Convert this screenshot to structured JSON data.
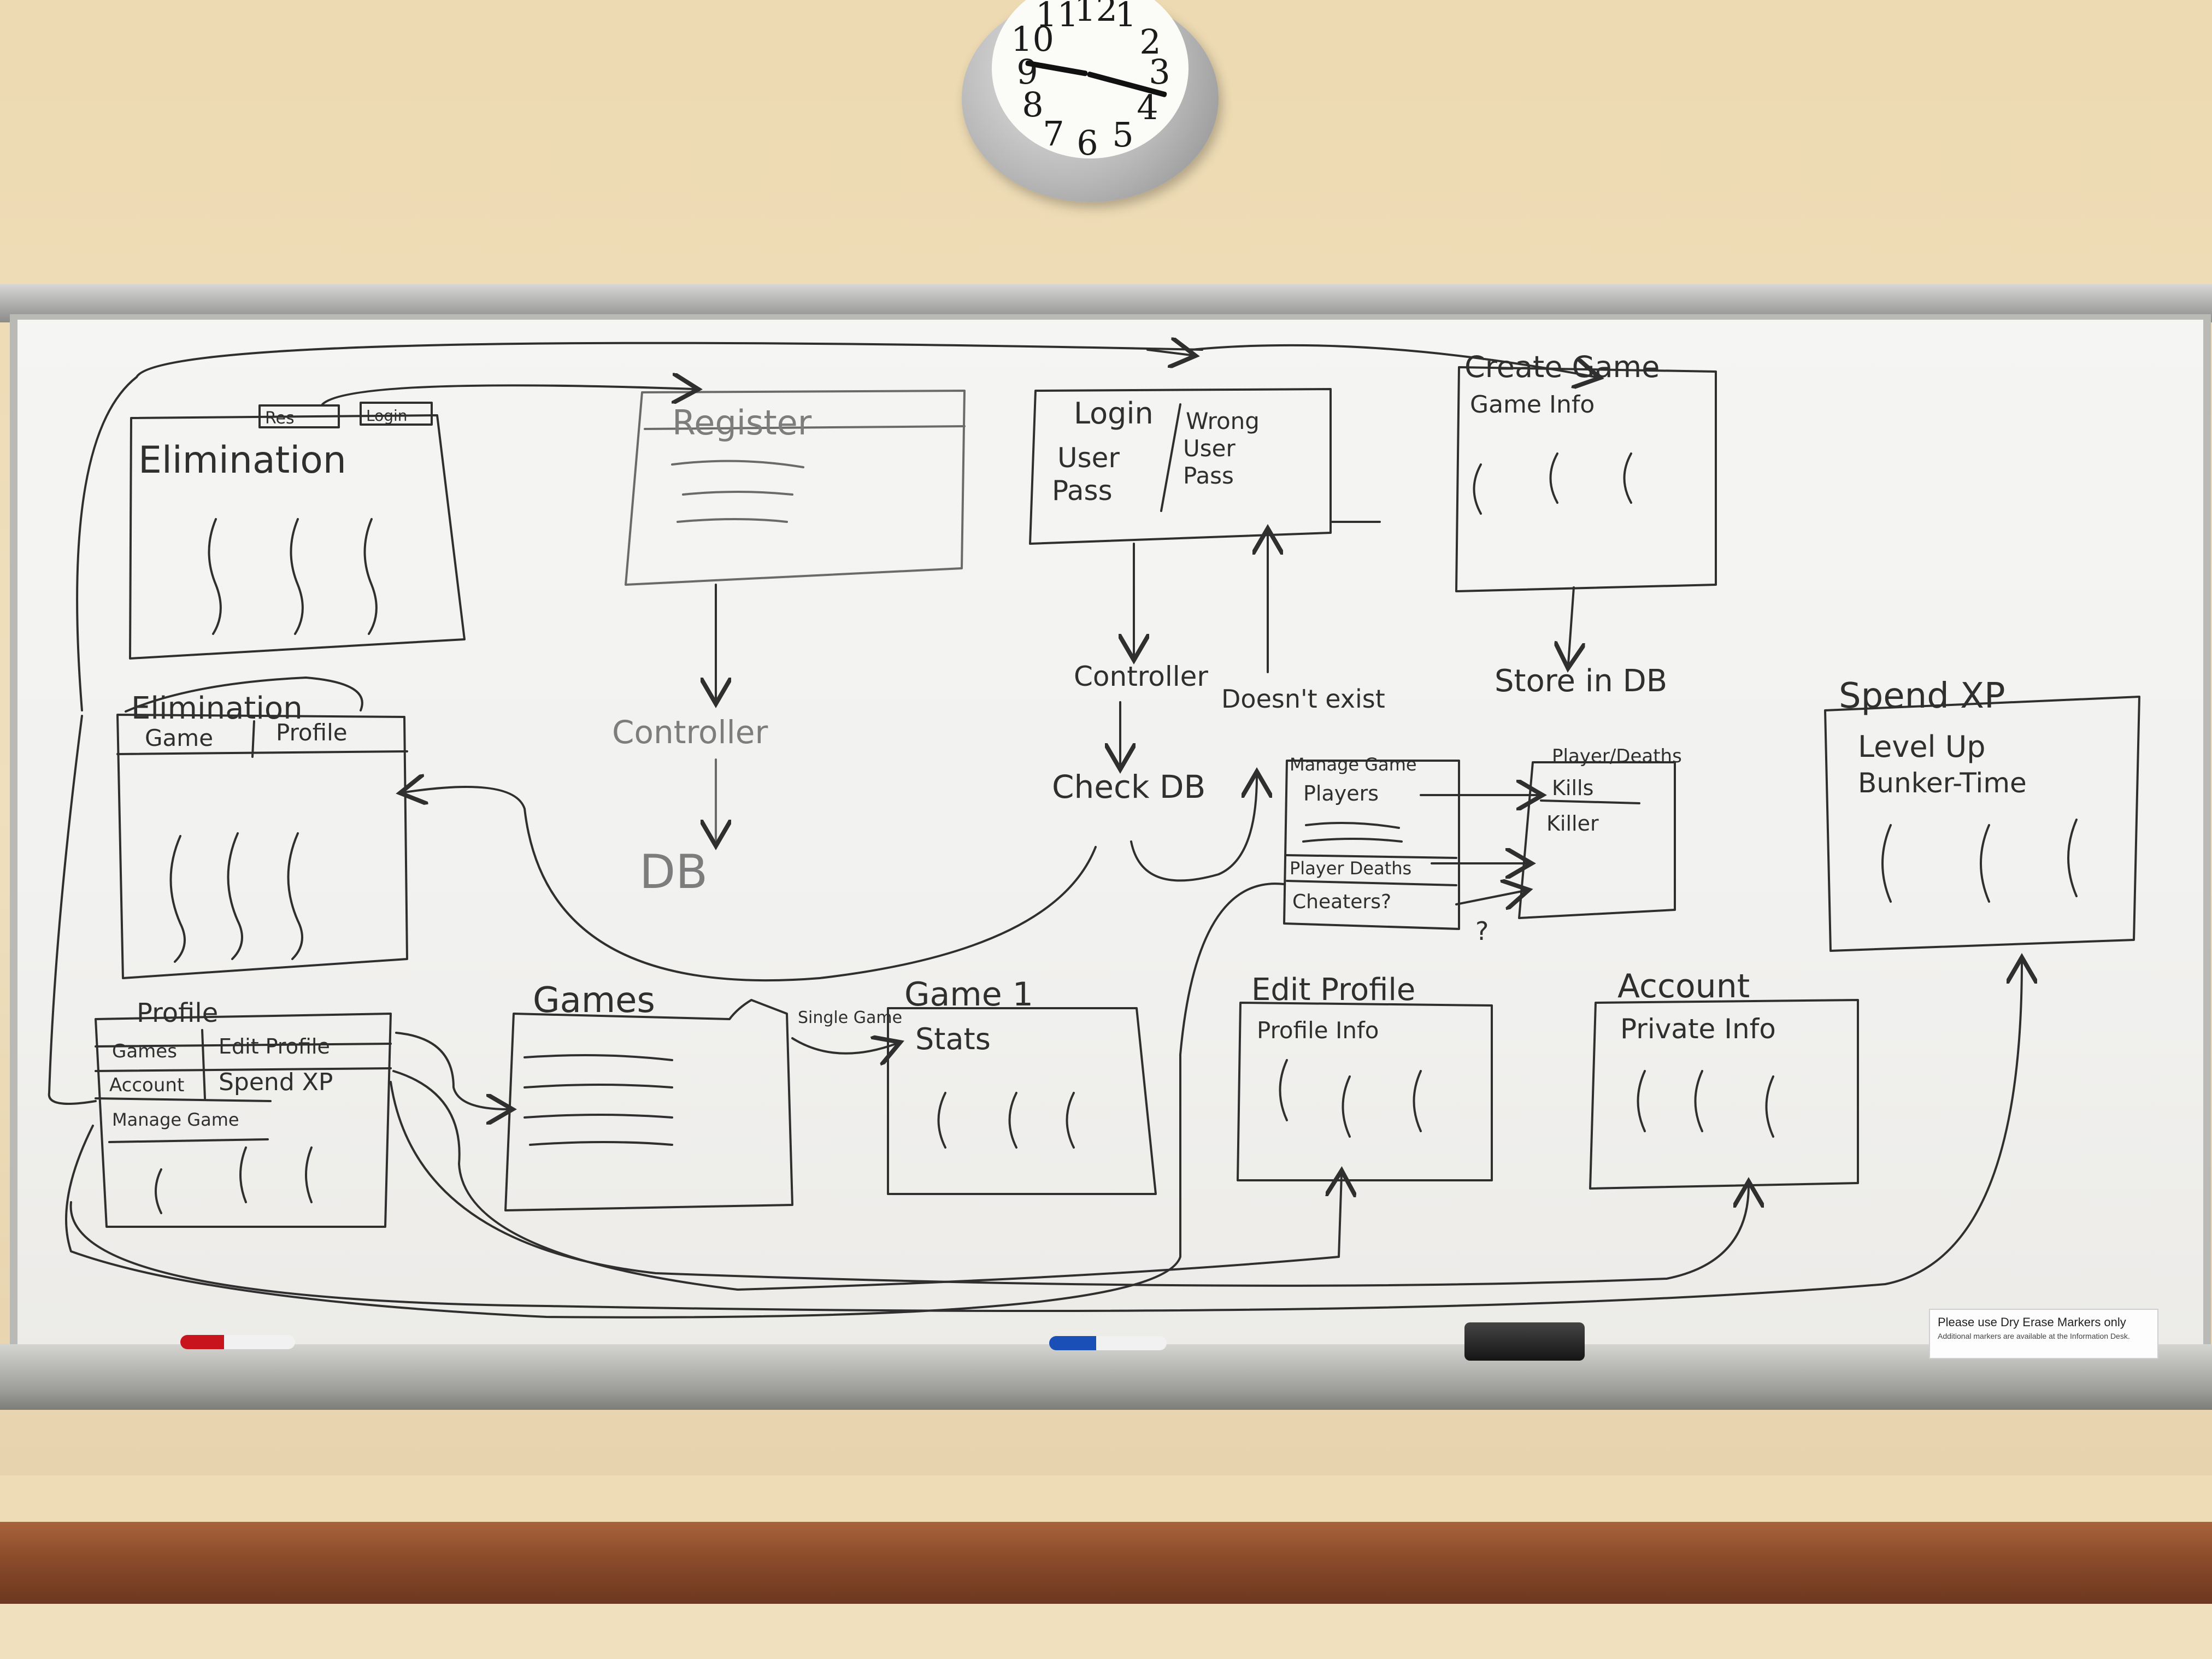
{
  "clock": {
    "numbers": [
      "12",
      "1",
      "2",
      "3",
      "4",
      "5",
      "6",
      "7",
      "8",
      "9",
      "10",
      "11"
    ]
  },
  "whiteboard": {
    "screens": {
      "home": {
        "title": "Elimination",
        "buttons": [
          "Res",
          "Login"
        ]
      },
      "register": {
        "title": "Register"
      },
      "login": {
        "title": "Login",
        "fields": [
          "User",
          "Pass"
        ],
        "error": [
          "Wrong",
          "User",
          "Pass"
        ]
      },
      "create_game": {
        "title": "Create Game",
        "content": "Game Info"
      },
      "main": {
        "title": "Elimination",
        "tabs": [
          "Game",
          "Profile"
        ]
      },
      "manage_game": {
        "title": "Manage Game",
        "rows": [
          "Players",
          "Player Deaths",
          "Cheaters?"
        ]
      },
      "kills": {
        "header": "Player/Deaths",
        "rows": [
          "Kills",
          "Killer"
        ]
      },
      "spend_xp": {
        "title": "Spend XP",
        "items": [
          "Level Up",
          "Bunker-Time"
        ]
      },
      "profile": {
        "title": "Profile",
        "buttons": [
          "Games",
          "Edit Profile",
          "Account",
          "Spend XP",
          "Manage Game"
        ]
      },
      "games": {
        "title": "Games"
      },
      "game1": {
        "title": "Game 1",
        "content": "Stats"
      },
      "edit_profile": {
        "title": "Edit Profile",
        "content": "Profile Info"
      },
      "account": {
        "title": "Account",
        "content": "Private Info"
      }
    },
    "notes": {
      "controller_1": "Controller",
      "db_1": "DB",
      "controller_2": "Controller",
      "check_db": "Check DB",
      "doesnt_exist": "Doesn't exist",
      "store_in_db": "Store in DB",
      "single_game": "Single Game",
      "question": "?"
    },
    "colors": {
      "ink": "#2f2f2f",
      "faint_ink": "#7d7d7d",
      "board": "#f3f3f1",
      "wall": "#eedcb6"
    }
  },
  "sign": {
    "line1": "Please use Dry Erase Markers only",
    "line2": "Additional markers are available at the Information Desk."
  },
  "markers": [
    {
      "color": "#c8141c"
    },
    {
      "color": "#1b4fb8"
    }
  ]
}
